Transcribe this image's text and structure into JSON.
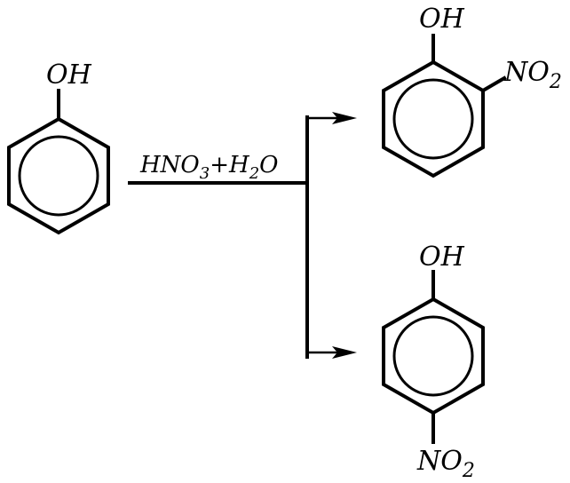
{
  "colors": {
    "ink": "#000000",
    "background": "#ffffff"
  },
  "reactant": {
    "substituent_top": "OH"
  },
  "reagent": {
    "part1": "HNO",
    "sub1": "3",
    "plus": "+",
    "part2": "H",
    "sub2": "2",
    "part3": "O"
  },
  "product_ortho": {
    "substituent_top": "OH",
    "substituent_side": "NO",
    "substituent_side_sub": "2"
  },
  "product_para": {
    "substituent_top": "OH",
    "substituent_bottom": "NO",
    "substituent_bottom_sub": "2"
  }
}
